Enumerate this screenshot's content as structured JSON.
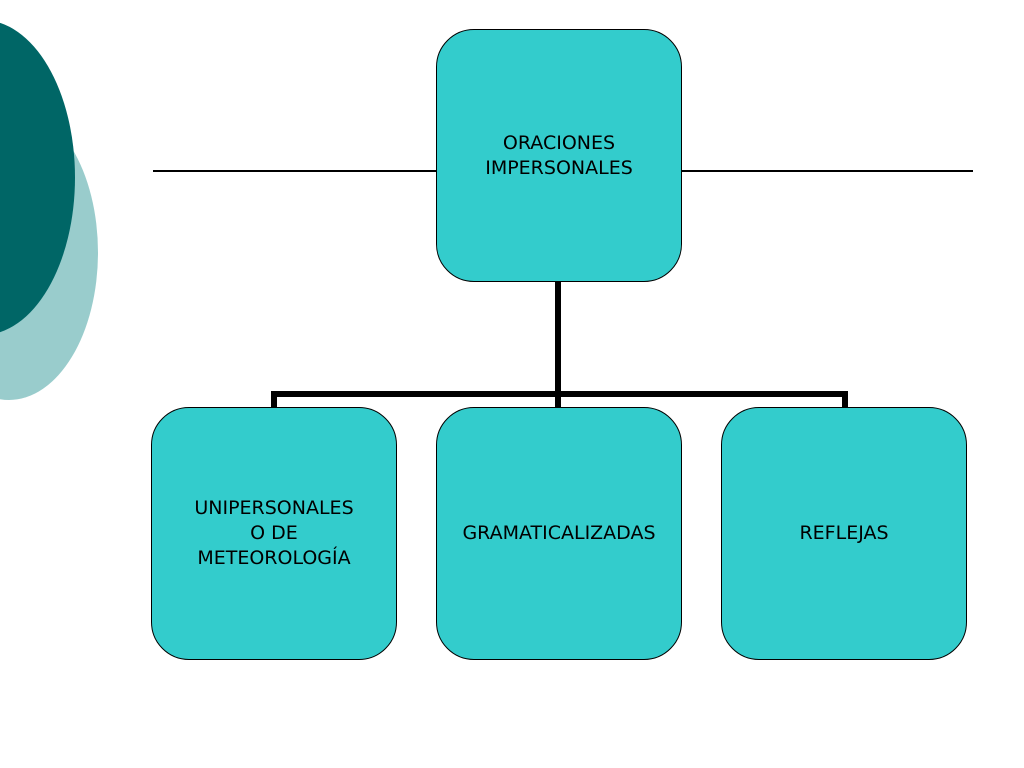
{
  "diagram": {
    "root": {
      "label": "ORACIONES\nIMPERSONALES"
    },
    "children": [
      {
        "label": "UNIPERSONALES\nO DE\nMETEOROLOGÍA"
      },
      {
        "label": "GRAMATICALIZADAS"
      },
      {
        "label": "REFLEJAS"
      }
    ]
  },
  "colors": {
    "node_fill": "#33cccc",
    "decoration_dark": "#006666",
    "decoration_light": "#99cccc",
    "lines": "#000000",
    "background": "#ffffff"
  }
}
